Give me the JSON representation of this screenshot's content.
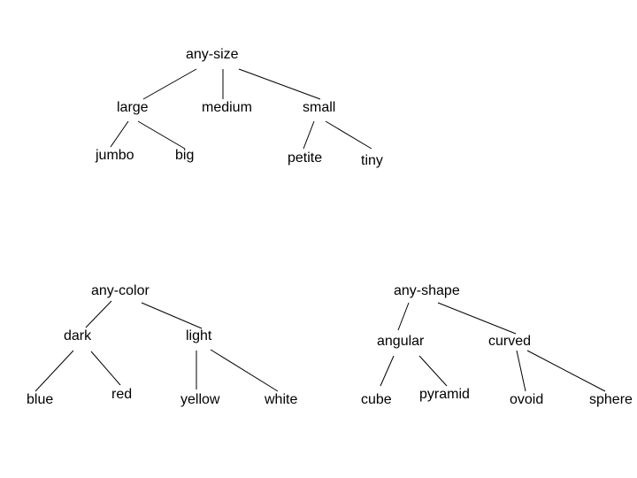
{
  "trees": {
    "size": {
      "root": "any-size",
      "large": "large",
      "medium": "medium",
      "small": "small",
      "jumbo": "jumbo",
      "big": "big",
      "petite": "petite",
      "tiny": "tiny"
    },
    "color": {
      "root": "any-color",
      "dark": "dark",
      "light": "light",
      "blue": "blue",
      "red": "red",
      "yellow": "yellow",
      "white": "white"
    },
    "shape": {
      "root": "any-shape",
      "angular": "angular",
      "curved": "curved",
      "cube": "cube",
      "pyramid": "pyramid",
      "ovoid": "ovoid",
      "sphere": "sphere"
    }
  },
  "colors": {
    "text": "#000000",
    "edge": "#000000",
    "background": "#ffffff"
  }
}
